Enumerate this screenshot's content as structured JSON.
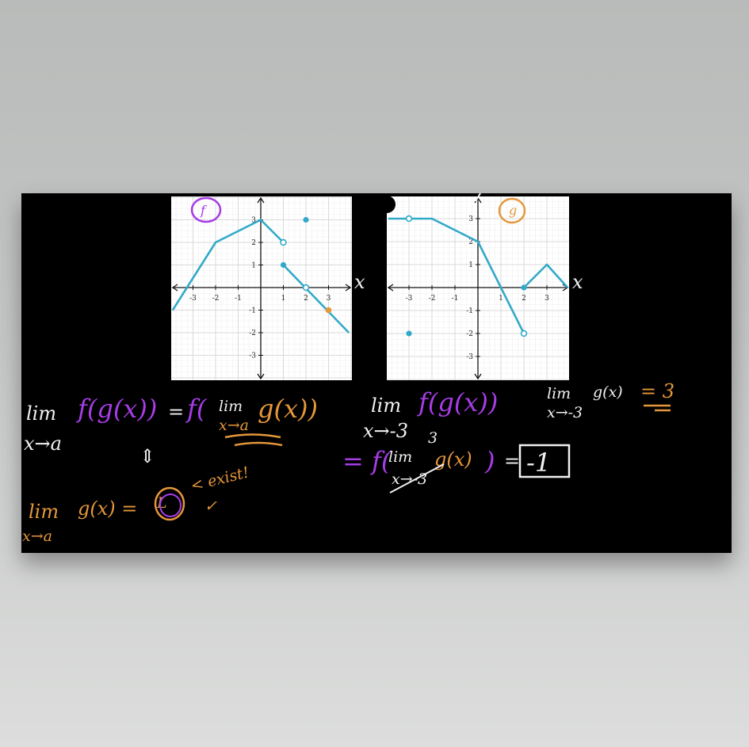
{
  "colors": {
    "curve": "#31a9c9",
    "purple": "#a63de6",
    "orange": "#e5973a",
    "chalk": "#f1f1f1"
  },
  "chart_data": [
    {
      "type": "line",
      "label": "f",
      "xlim": [
        -3.9,
        3.9
      ],
      "ylim": [
        -3.9,
        3.9
      ],
      "xticks": [
        -3,
        -2,
        -1,
        1,
        2,
        3
      ],
      "yticks": [
        -3,
        -2,
        -1,
        1,
        2,
        3
      ],
      "tick_labels_x": [
        "-3",
        "-2",
        "-1",
        "1",
        "2",
        "3"
      ],
      "tick_labels_y": [
        "-3",
        "-2",
        "-1",
        "1",
        "2",
        "3"
      ],
      "grid": true,
      "segments": [
        [
          [
            -3.9,
            -1
          ],
          [
            -2,
            2
          ],
          [
            0,
            3
          ],
          [
            1,
            2
          ]
        ],
        [
          [
            1,
            1
          ],
          [
            3.9,
            -2
          ]
        ]
      ],
      "open_points": [
        [
          1,
          2
        ],
        [
          2,
          0
        ]
      ],
      "closed_points": [
        [
          1,
          1
        ],
        [
          2,
          3
        ]
      ],
      "highlight_points": [
        [
          3,
          -1
        ]
      ]
    },
    {
      "type": "line",
      "label": "g",
      "xlim": [
        -3.9,
        3.9
      ],
      "ylim": [
        -3.9,
        3.9
      ],
      "xticks": [
        -3,
        -2,
        -1,
        1,
        2,
        3
      ],
      "yticks": [
        -3,
        -2,
        -1,
        1,
        2,
        3
      ],
      "tick_labels_x": [
        "-3",
        "-2",
        "-1",
        "1",
        "2",
        "3"
      ],
      "tick_labels_y": [
        "-3",
        "-2",
        "-1",
        "1",
        "2",
        "3"
      ],
      "grid": true,
      "segments": [
        [
          [
            -3.9,
            3
          ],
          [
            -2,
            3
          ],
          [
            0,
            2
          ],
          [
            2,
            -2
          ]
        ],
        [
          [
            2,
            0
          ],
          [
            3,
            1
          ],
          [
            3.9,
            0
          ]
        ]
      ],
      "open_points": [
        [
          -3,
          3
        ],
        [
          2,
          -2
        ]
      ],
      "closed_points": [
        [
          -3,
          -2
        ],
        [
          2,
          0
        ]
      ],
      "highlight_points": []
    }
  ],
  "graph_f": {
    "name_label": "f",
    "axis_label": "x"
  },
  "graph_g": {
    "name_label": "g",
    "axis_label": "x"
  },
  "notes": {
    "lim": "lim",
    "x_to_a": "x→a",
    "f_g_x": "f(g(x))",
    "equals": "=",
    "f_open": "f(",
    "lim_small": "lim",
    "g_x": "g(x))",
    "x_to_a_orange": "x→a",
    "iff": "⇕",
    "lim_bottom": "lim",
    "g_x_bottom": "g(x) =",
    "L": "L",
    "exist": "< exist!",
    "check": "✓",
    "x_to_a_bottom": "x→a",
    "lim_mid": "lim",
    "f_g_x_mid": "f(g(x))",
    "x_to_neg3": "x→-3",
    "three_small": "3",
    "eq_f": "= f(",
    "lim_crossed": "lim",
    "g_crossed": "g(x)",
    "x_crossed": "x→-3",
    "close_paren": ")",
    "eq_result": "=",
    "result": "-1",
    "lim_right": "lim",
    "g_x_right": "g(x)",
    "x_to_neg3_right": "x→-3",
    "eq_three": "= 3"
  }
}
